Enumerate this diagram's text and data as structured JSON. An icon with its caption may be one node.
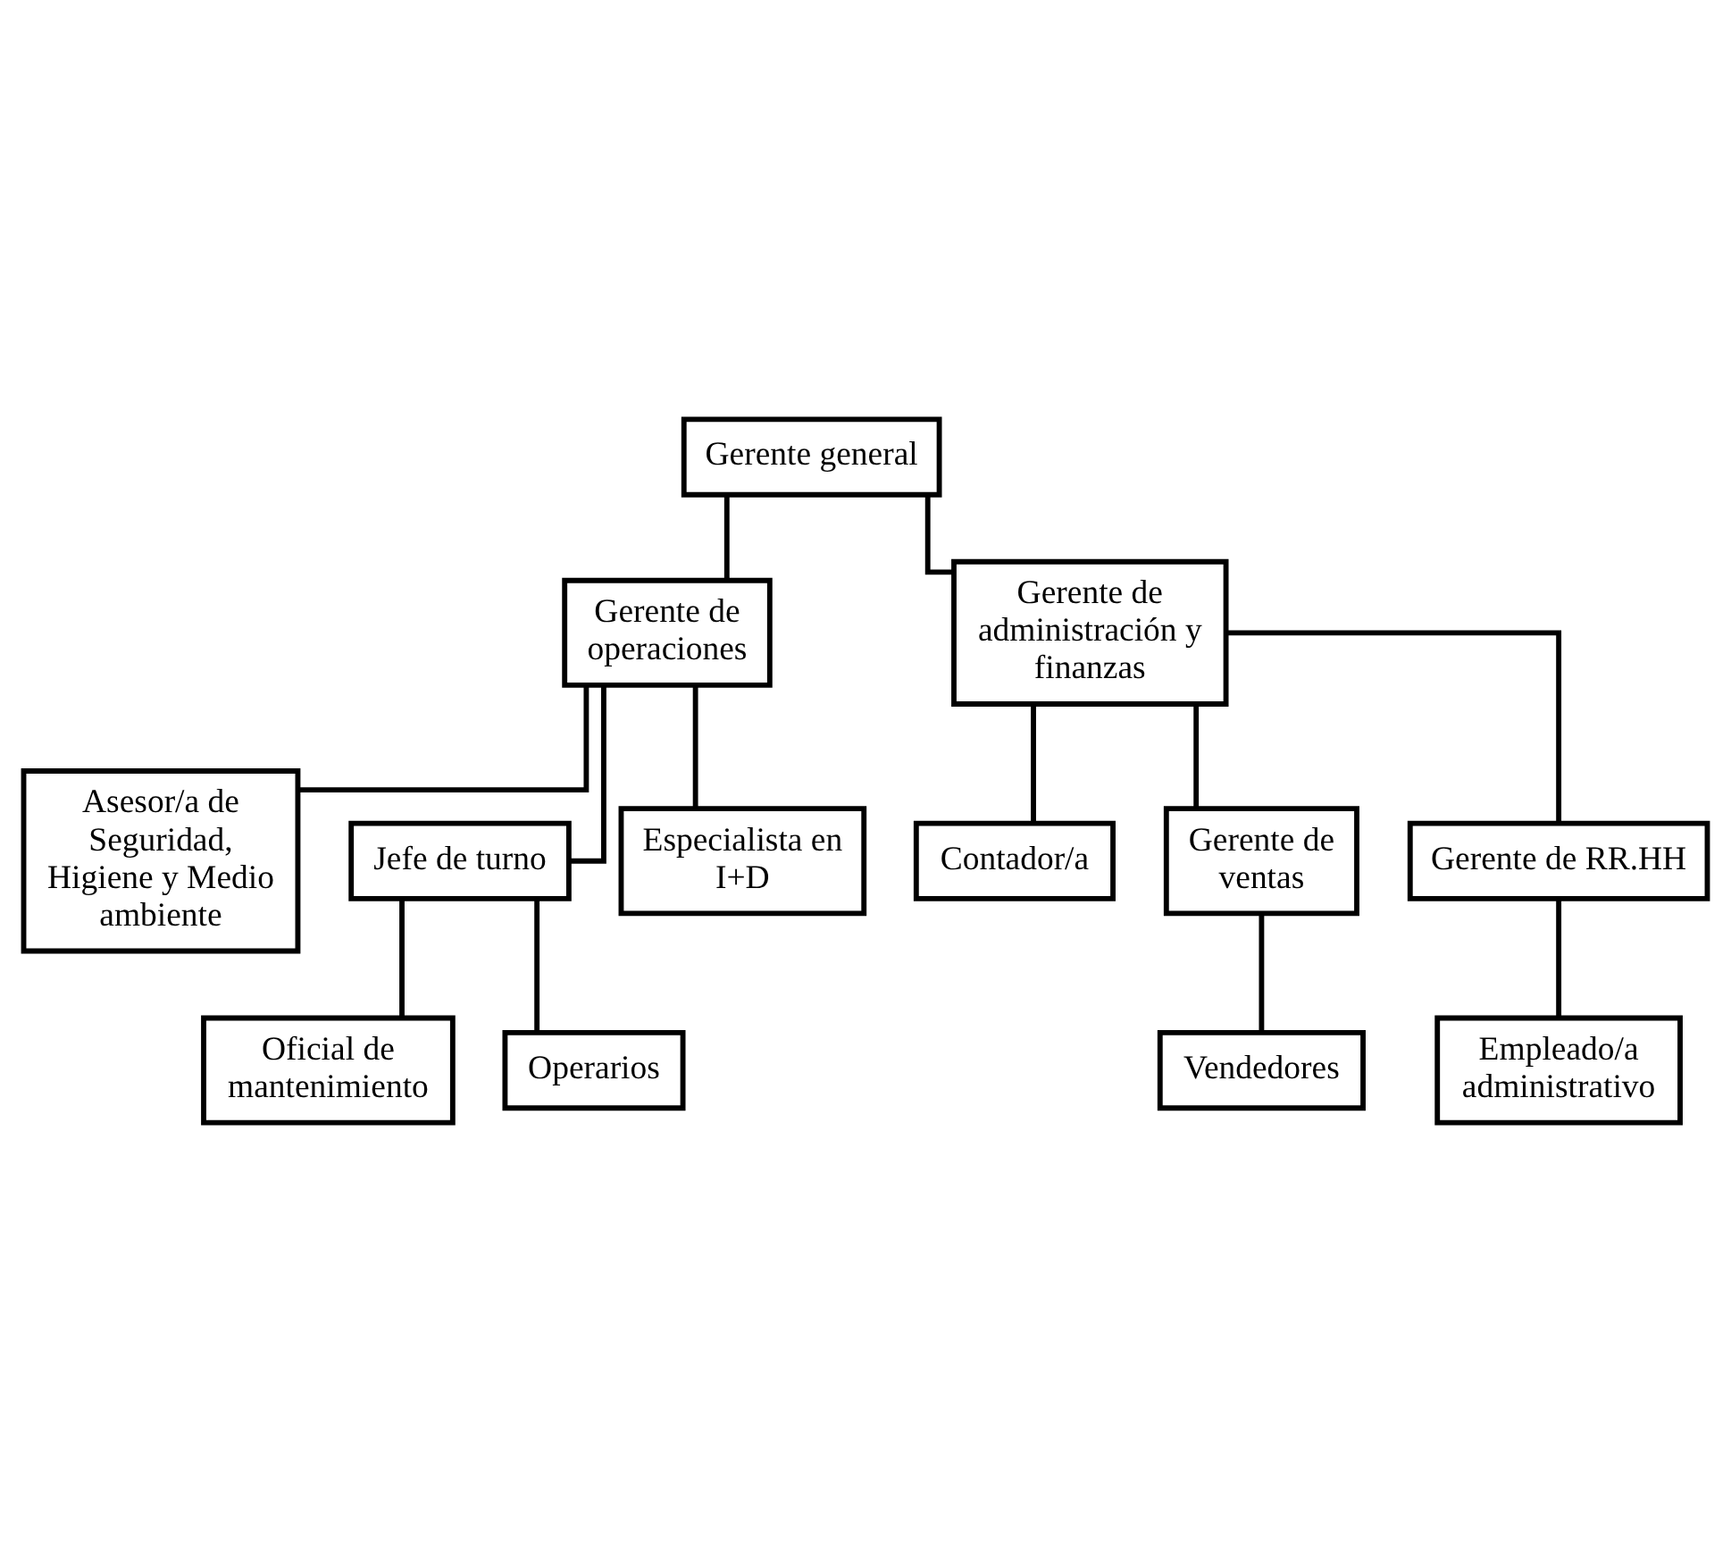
{
  "diagram": {
    "nodes": [
      {
        "text": [
          "Gerente general"
        ]
      },
      {
        "text": [
          "Gerente de operaciones"
        ]
      },
      {
        "text": [
          "Gerente de administración y finanzas"
        ]
      },
      {
        "text": [
          "Asesor/a de Seguridad, Higiene y Medio ambiente"
        ]
      },
      {
        "text": [
          "Contador/a"
        ]
      },
      {
        "text": [
          "Jefe de turno"
        ]
      },
      {
        "text": [
          "Especialista en I+D"
        ]
      },
      {
        "text": [
          "Gerente de ventas"
        ]
      },
      {
        "text": [
          "Gerente de RR.HH"
        ]
      },
      {
        "text": [
          "Oficial de mantenimiento"
        ]
      },
      {
        "text": [
          "Operarios"
        ]
      },
      {
        "text": [
          "Vendedores"
        ]
      },
      {
        "text": [
          "Empleado/a administrativo"
        ]
      }
    ],
    "edges": [
      {
        "from": 0,
        "to": 1,
        "arrow": "none"
      },
      {
        "from": 0,
        "to": 2,
        "arrow": "none"
      },
      {
        "from": 1,
        "to": 3,
        "arrow": "none"
      },
      {
        "from": 1,
        "to": 5,
        "arrow": "none"
      },
      {
        "from": 1,
        "to": 6,
        "arrow": "none"
      },
      {
        "from": 2,
        "to": 4,
        "arrow": "none"
      },
      {
        "from": 2,
        "to": 7,
        "arrow": "none"
      },
      {
        "from": 2,
        "to": 8,
        "arrow": "none"
      },
      {
        "from": 5,
        "to": 9,
        "arrow": "none"
      },
      {
        "from": 5,
        "to": 10,
        "arrow": "none"
      },
      {
        "from": 7,
        "to": 11,
        "arrow": "none"
      },
      {
        "from": 8,
        "to": 12,
        "arrow": "none"
      }
    ]
  }
}
